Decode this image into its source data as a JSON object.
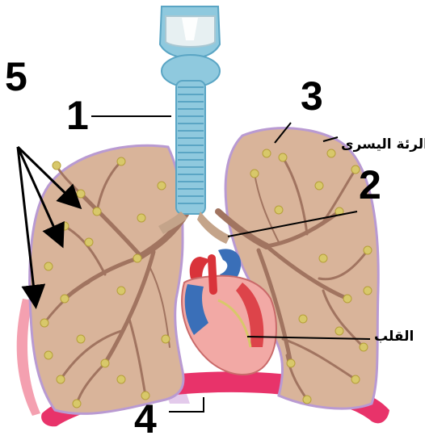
{
  "labels": {
    "n1": "1",
    "n2": "2",
    "n3": "3",
    "n4": "4",
    "n5": "5",
    "left_lung": "الرئة اليسرى",
    "heart": "القلب"
  },
  "colors": {
    "lung_fill": "#d9b49a",
    "lung_outline": "#b99ad2",
    "bronchi": "#a17460",
    "alveoli": "#d8c86a",
    "trachea": "#8fc9de",
    "trachea_dark": "#5aa5c4",
    "larynx": "#cfe3ea",
    "heart_red": "#d9333a",
    "heart_blue": "#3a6fb8",
    "heart_pink": "#f2a9a5",
    "diaphragm": "#e8336a",
    "pleura": "#f4a0b0",
    "lines": "#000000"
  },
  "icons": [
    "lungs-illustration",
    "trachea-illustration",
    "heart-illustration",
    "diaphragm-illustration"
  ]
}
